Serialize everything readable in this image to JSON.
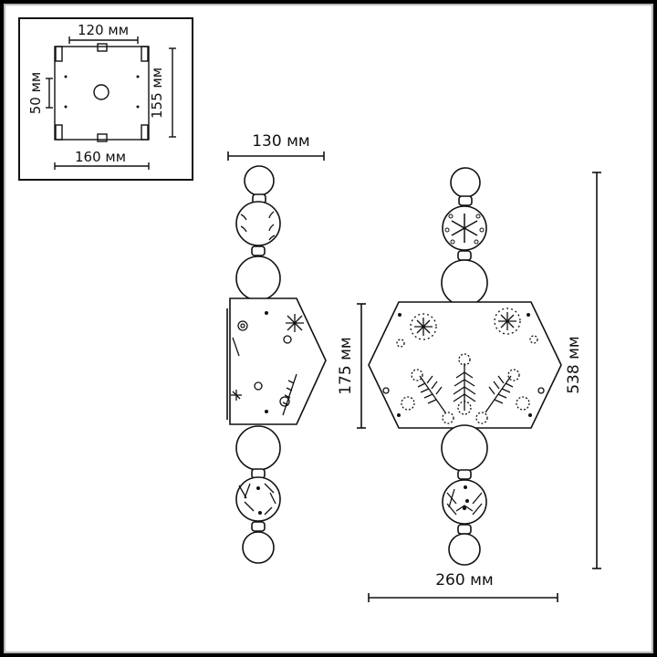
{
  "drawing": {
    "title": "Pendant lamp dimensional drawing",
    "colors": {
      "background": "#ffffff",
      "line": "#111111",
      "frame": "#000000",
      "frame_inner": "#b8b8b8"
    }
  },
  "mounting_plate_inset": {
    "dim_top": "120 мм",
    "dim_bottom": "160 мм",
    "dim_left": "50 мм",
    "dim_right": "155 мм"
  },
  "side_view": {
    "dim_width": "130 мм"
  },
  "front_view": {
    "dim_shade_height": "175 мм",
    "dim_total_height": "538 мм",
    "dim_width": "260 мм"
  }
}
